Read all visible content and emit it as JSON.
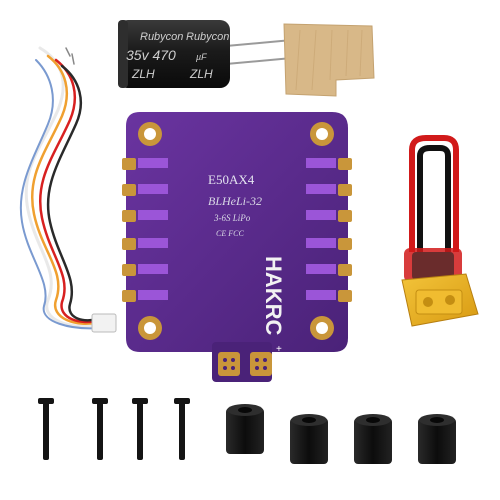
{
  "capacitor": {
    "brand": "Rubycon",
    "rating": "35v 470",
    "unit": "µF",
    "series": "ZLH"
  },
  "esc_board": {
    "model": "E50AX4",
    "firmware": "BLHeLi-32",
    "cells": "3-6S LiPo",
    "certs": "CE FCC",
    "brand": "HAKRC"
  },
  "colors": {
    "board": "#5a2c8c",
    "board_dark": "#3e1a66",
    "pad_gold": "#c9963a",
    "xt60_yellow": "#e8b020",
    "wire_red": "#d11a1a",
    "wire_black": "#111111",
    "foam_tan": "#d8b888"
  }
}
